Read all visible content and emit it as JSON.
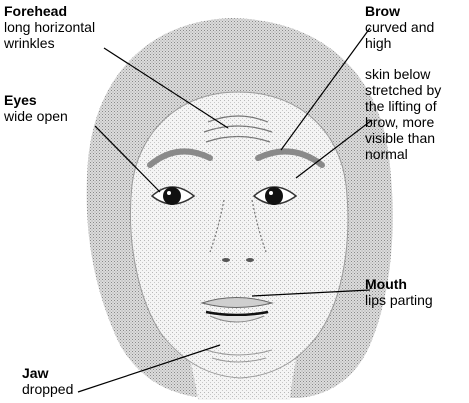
{
  "annotations": {
    "forehead": {
      "title": "Forehead",
      "lines": [
        "long horizontal",
        "wrinkles"
      ]
    },
    "brow": {
      "title": "Brow",
      "lines": [
        "curved and",
        "high"
      ]
    },
    "skin": {
      "lines": [
        "skin below",
        "stretched by",
        "the lifting of",
        "brow, more",
        "visible than",
        "normal"
      ]
    },
    "eyes": {
      "title": "Eyes",
      "lines": [
        "wide open"
      ]
    },
    "mouth": {
      "title": "Mouth",
      "lines": [
        "lips parting"
      ]
    },
    "jaw": {
      "title": "Jaw",
      "lines": [
        "dropped"
      ]
    }
  },
  "colors": {
    "hair": "#cfcfcf",
    "skin": "#ececec",
    "ink": "#000000"
  }
}
